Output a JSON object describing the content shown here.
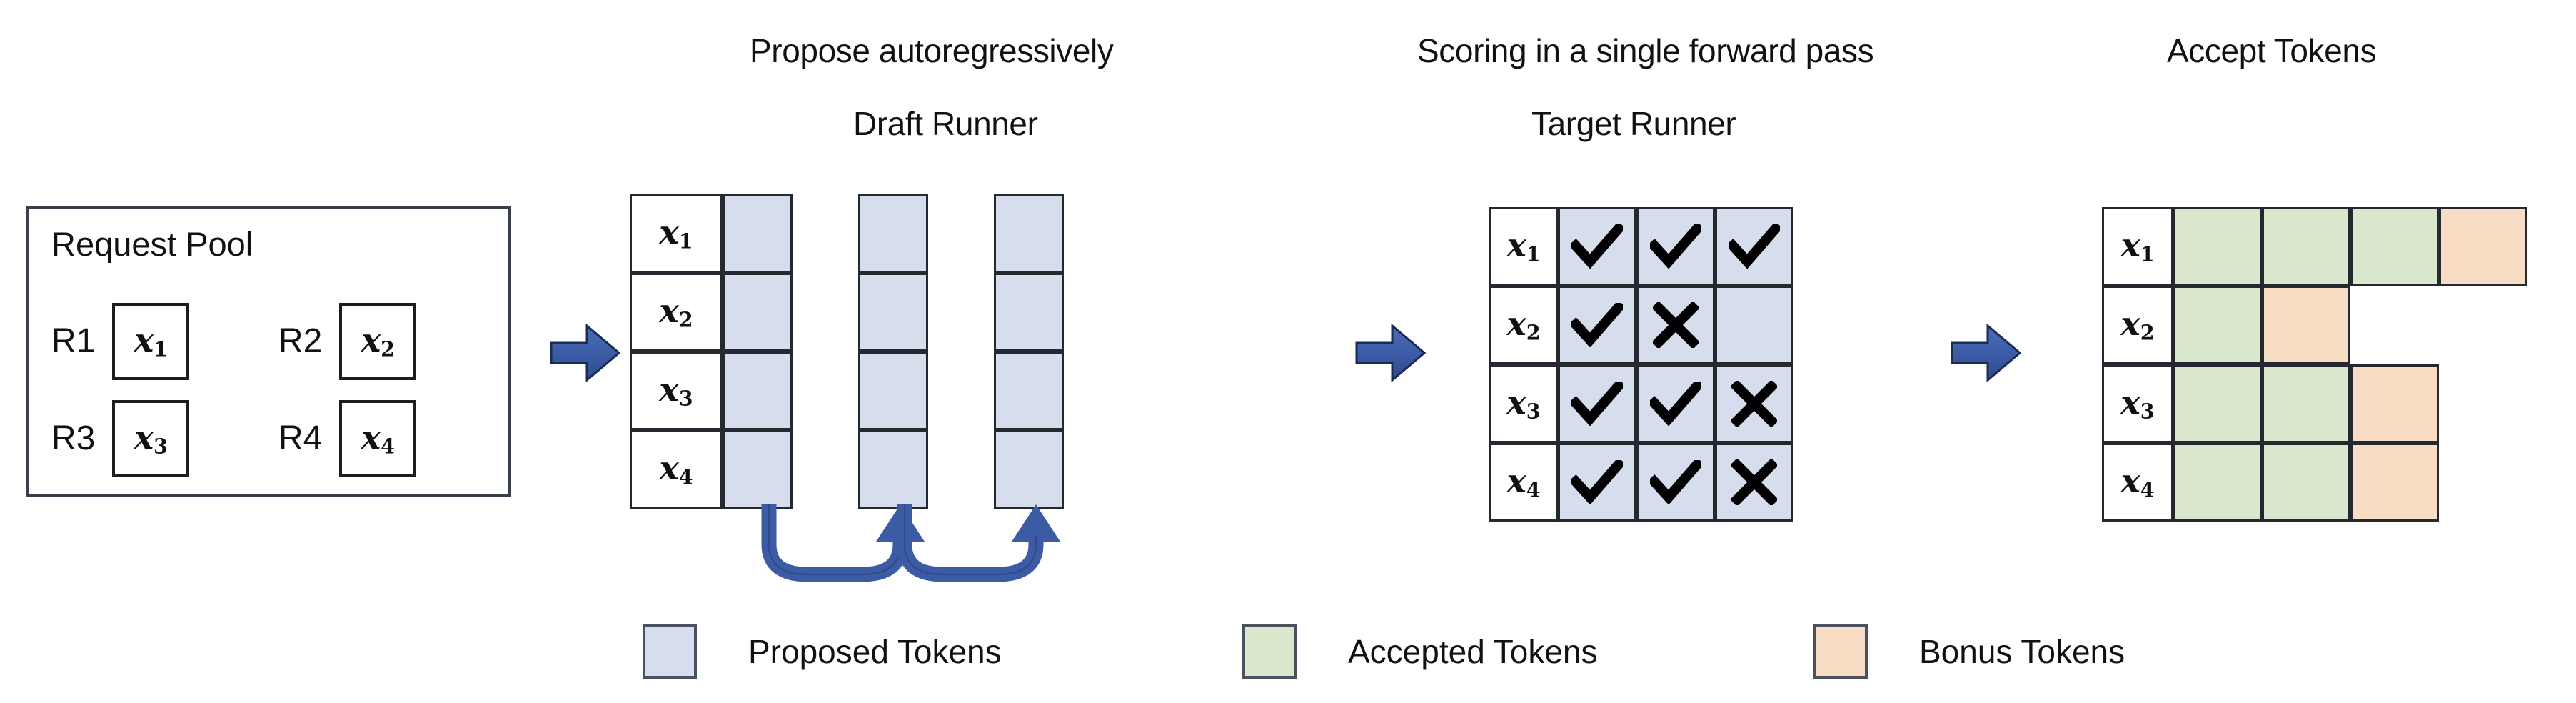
{
  "headings": {
    "propose": "Propose autoregressively",
    "draft_runner": "Draft Runner",
    "scoring": "Scoring in a single forward pass",
    "target_runner": "Target Runner",
    "accept": "Accept Tokens"
  },
  "request_pool": {
    "title": "Request Pool",
    "requests": [
      {
        "label": "R1",
        "token_base": "x",
        "token_sub": "1"
      },
      {
        "label": "R2",
        "token_base": "x",
        "token_sub": "2"
      },
      {
        "label": "R3",
        "token_base": "x",
        "token_sub": "3"
      },
      {
        "label": "R4",
        "token_base": "x",
        "token_sub": "4"
      }
    ]
  },
  "row_labels": [
    {
      "base": "x",
      "sub": "1"
    },
    {
      "base": "x",
      "sub": "2"
    },
    {
      "base": "x",
      "sub": "3"
    },
    {
      "base": "x",
      "sub": "4"
    }
  ],
  "draft_runner": {
    "steps": 3,
    "rows": 4,
    "cell_fill": "proposed",
    "loop_arrows": 2
  },
  "target_runner": {
    "columns": 3,
    "rows": [
      {
        "label_base": "x",
        "label_sub": "1",
        "marks": [
          "check",
          "check",
          "check"
        ]
      },
      {
        "label_base": "x",
        "label_sub": "2",
        "marks": [
          "check",
          "cross",
          "blank"
        ]
      },
      {
        "label_base": "x",
        "label_sub": "3",
        "marks": [
          "check",
          "check",
          "cross"
        ]
      },
      {
        "label_base": "x",
        "label_sub": "4",
        "marks": [
          "check",
          "check",
          "cross"
        ]
      }
    ]
  },
  "accept_tokens": {
    "rows": [
      {
        "label_base": "x",
        "label_sub": "1",
        "cells": [
          "accepted",
          "accepted",
          "accepted",
          "bonus"
        ]
      },
      {
        "label_base": "x",
        "label_sub": "2",
        "cells": [
          "accepted",
          "bonus"
        ]
      },
      {
        "label_base": "x",
        "label_sub": "3",
        "cells": [
          "accepted",
          "accepted",
          "bonus"
        ]
      },
      {
        "label_base": "x",
        "label_sub": "4",
        "cells": [
          "accepted",
          "accepted",
          "bonus"
        ]
      }
    ]
  },
  "legend": [
    {
      "label": "Proposed Tokens",
      "color": "#d6dded"
    },
    {
      "label": "Accepted Tokens",
      "color": "#d9e8cd"
    },
    {
      "label": "Bonus Tokens",
      "color": "#f8ddc4"
    }
  ],
  "flow_arrows": 3,
  "colors": {
    "proposed": "#d6dded",
    "accepted": "#d9e8cd",
    "bonus": "#f8ddc4",
    "arrow_blue": "#3b5ba5",
    "arrow_blue_dark": "#2f4a8c",
    "border": "#25292f"
  }
}
